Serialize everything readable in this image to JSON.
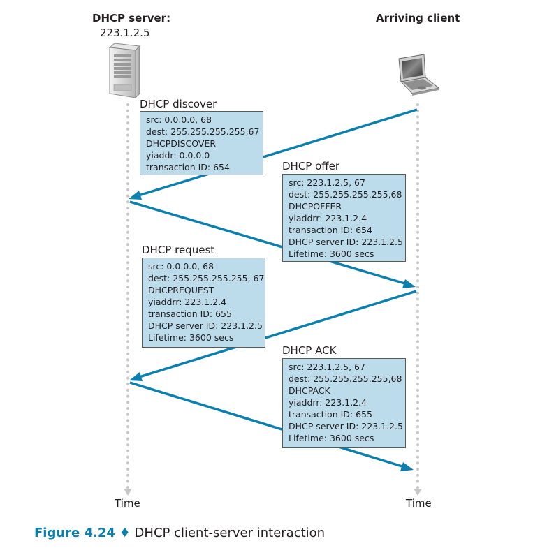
{
  "server": {
    "title": "DHCP server:",
    "address": "223.1.2.5",
    "icon": "server-tower-icon"
  },
  "client": {
    "title": "Arriving client",
    "icon": "laptop-icon"
  },
  "timeline": {
    "server_label": "Time",
    "client_label": "Time"
  },
  "messages": [
    {
      "title": "DHCP discover",
      "direction": "client-to-server",
      "lines": [
        "src: 0.0.0.0, 68",
        "dest: 255.255.255.255,67",
        "DHCPDISCOVER",
        "yiaddr: 0.0.0.0",
        "transaction ID: 654"
      ]
    },
    {
      "title": "DHCP offer",
      "direction": "server-to-client",
      "lines": [
        "src: 223.1.2.5, 67",
        "dest: 255.255.255.255,68",
        "DHCPOFFER",
        "yiaddrr: 223.1.2.4",
        "transaction ID: 654",
        "DHCP server ID: 223.1.2.5",
        "Lifetime: 3600 secs"
      ]
    },
    {
      "title": "DHCP request",
      "direction": "client-to-server",
      "lines": [
        "src: 0.0.0.0, 68",
        "dest: 255.255.255.255, 67",
        "DHCPREQUEST",
        "yiaddrr: 223.1.2.4",
        "transaction ID: 655",
        "DHCP server ID: 223.1.2.5",
        "Lifetime: 3600 secs"
      ]
    },
    {
      "title": "DHCP ACK",
      "direction": "server-to-client",
      "lines": [
        "src: 223.1.2.5, 67",
        "dest: 255.255.255.255,68",
        "DHCPACK",
        "yiaddrr: 223.1.2.4",
        "transaction ID: 655",
        "DHCP server ID: 223.1.2.5",
        "Lifetime: 3600 secs"
      ]
    }
  ],
  "caption": {
    "figure": "Figure 4.24",
    "separator": "♦",
    "text": "DHCP client-server interaction"
  },
  "colors": {
    "arrow": "#0a7fb0",
    "box_fill": "#bcdcec",
    "box_border": "#5a5a5a",
    "timeline_dots": "#c8c8c8",
    "caption_accent": "#0a7fb0"
  }
}
